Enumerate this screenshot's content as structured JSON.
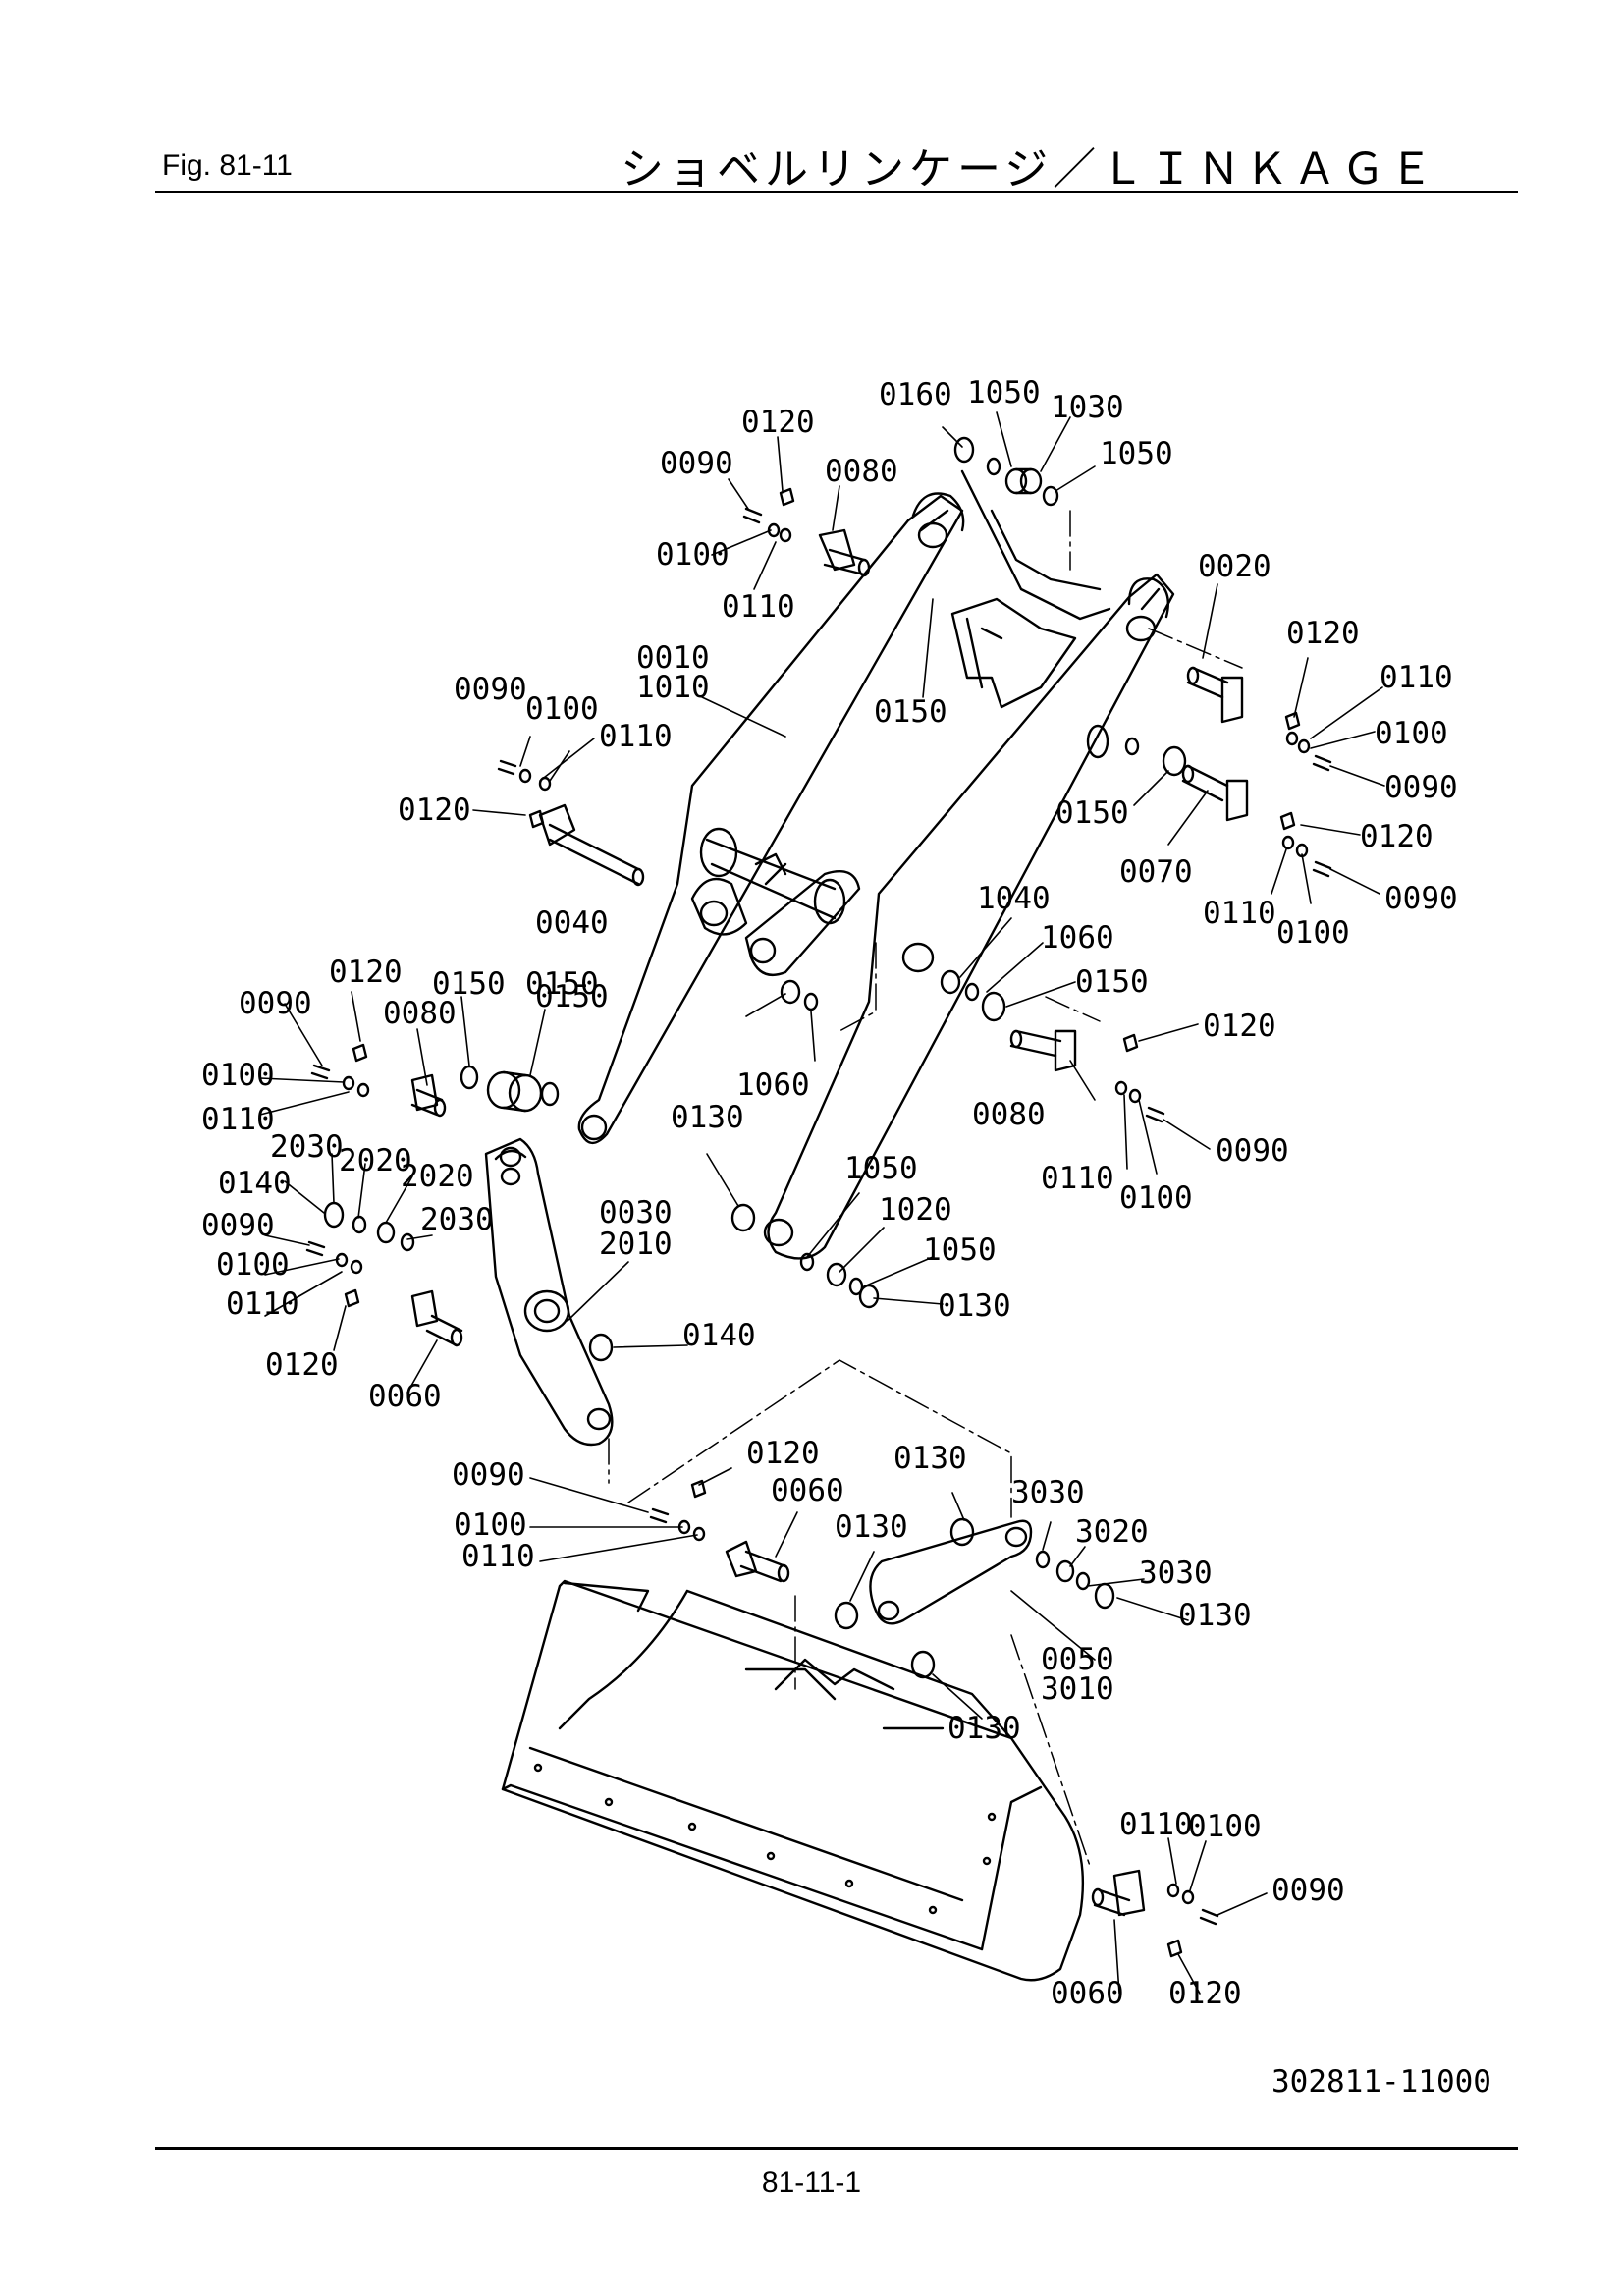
{
  "header": {
    "fig": "Fig. 81-11",
    "title": "ショベルリンケージ／ＬＩＮＫＡＧＥ"
  },
  "drawing_number": "302811-11000",
  "page_number": "81-11-1",
  "callouts": [
    {
      "text": "0160"
    },
    {
      "text": "1050"
    },
    {
      "text": "1030"
    },
    {
      "text": "0120"
    },
    {
      "text": "1050"
    },
    {
      "text": "0090"
    },
    {
      "text": "0080"
    },
    {
      "text": "0100"
    },
    {
      "text": "0110"
    },
    {
      "text": "0020"
    },
    {
      "text": "0120"
    },
    {
      "text": "0010"
    },
    {
      "text": "1010"
    },
    {
      "text": "0110"
    },
    {
      "text": "0150"
    },
    {
      "text": "0100"
    },
    {
      "text": "0090"
    },
    {
      "text": "0100"
    },
    {
      "text": "0110"
    },
    {
      "text": "0090"
    },
    {
      "text": "0120"
    },
    {
      "text": "0150"
    },
    {
      "text": "0120"
    },
    {
      "text": "0070"
    },
    {
      "text": "0110"
    },
    {
      "text": "0100"
    },
    {
      "text": "0090"
    },
    {
      "text": "0040"
    },
    {
      "text": "1040"
    },
    {
      "text": "1060"
    },
    {
      "text": "0150"
    },
    {
      "text": "0120"
    },
    {
      "text": "0150"
    },
    {
      "text": "0090"
    },
    {
      "text": "0080"
    },
    {
      "text": "0150"
    },
    {
      "text": "0120"
    },
    {
      "text": "0150"
    },
    {
      "text": "0100"
    },
    {
      "text": "1060"
    },
    {
      "text": "0110"
    },
    {
      "text": "0130"
    },
    {
      "text": "0080"
    },
    {
      "text": "0110"
    },
    {
      "text": "0100"
    },
    {
      "text": "0090"
    },
    {
      "text": "2030"
    },
    {
      "text": "0140"
    },
    {
      "text": "2020"
    },
    {
      "text": "2020"
    },
    {
      "text": "1050"
    },
    {
      "text": "0090"
    },
    {
      "text": "2030"
    },
    {
      "text": "1020"
    },
    {
      "text": "0030"
    },
    {
      "text": "0100"
    },
    {
      "text": "2010"
    },
    {
      "text": "1050"
    },
    {
      "text": "0110"
    },
    {
      "text": "0130"
    },
    {
      "text": "0140"
    },
    {
      "text": "0120"
    },
    {
      "text": "0060"
    },
    {
      "text": "0120"
    },
    {
      "text": "0130"
    },
    {
      "text": "0090"
    },
    {
      "text": "0060"
    },
    {
      "text": "3030"
    },
    {
      "text": "0100"
    },
    {
      "text": "0130"
    },
    {
      "text": "3020"
    },
    {
      "text": "0110"
    },
    {
      "text": "3030"
    },
    {
      "text": "0130"
    },
    {
      "text": "0050"
    },
    {
      "text": "3010"
    },
    {
      "text": "0130"
    },
    {
      "text": "0110"
    },
    {
      "text": "0100"
    },
    {
      "text": "0090"
    },
    {
      "text": "0060"
    },
    {
      "text": "0120"
    }
  ]
}
